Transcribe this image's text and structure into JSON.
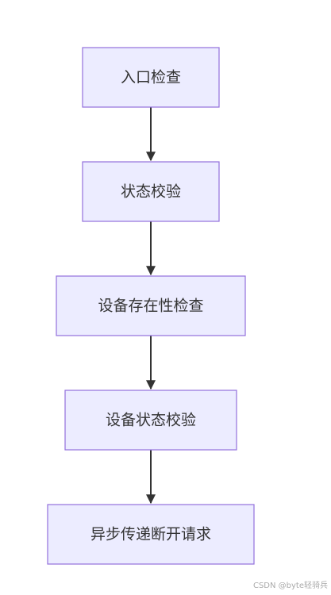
{
  "flowchart": {
    "nodes": [
      {
        "id": "n1",
        "label": "入口检查"
      },
      {
        "id": "n2",
        "label": "状态校验"
      },
      {
        "id": "n3",
        "label": "设备存在性检查"
      },
      {
        "id": "n4",
        "label": "设备状态校验"
      },
      {
        "id": "n5",
        "label": "异步传递断开请求"
      }
    ],
    "edges": [
      {
        "from": "n1",
        "to": "n2"
      },
      {
        "from": "n2",
        "to": "n3"
      },
      {
        "from": "n3",
        "to": "n4"
      },
      {
        "from": "n4",
        "to": "n5"
      }
    ],
    "colors": {
      "node_fill": "#ececff",
      "node_stroke": "#9370db",
      "edge": "#333333",
      "text": "#333333"
    }
  },
  "watermark": "CSDN @byte轻骑兵"
}
